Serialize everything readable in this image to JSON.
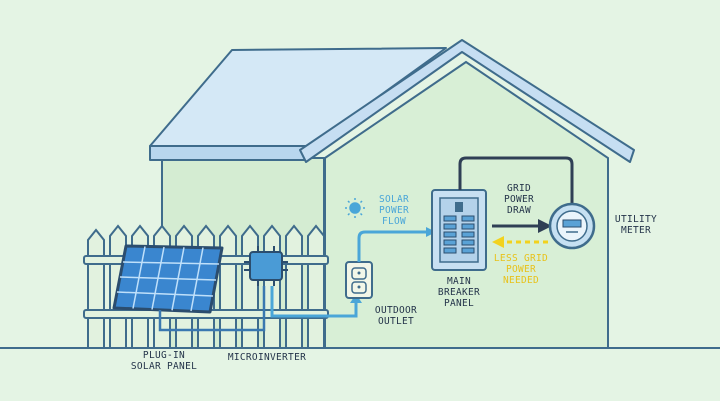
{
  "labels": {
    "solar_power_flow": "SOLAR\nPOWER\nFLOW",
    "grid_power_draw": "GRID\nPOWER\nDRAW",
    "utility_meter": "UTILITY\nMETER",
    "less_grid_power": "LESS GRID\nPOWER\nNEEDED",
    "main_breaker_panel": "MAIN\nBREAKER\nPANEL",
    "outdoor_outlet": "OUTDOOR\nOUTLET",
    "microinverter": "MICROINVERTER",
    "plug_in_solar_panel": "PLUG-IN\nSOLAR PANEL"
  },
  "colors": {
    "background": "#e4f4e4",
    "house_wall": "#d6efd4",
    "roof": "#cfe6f5",
    "outline": "#3f6c8c",
    "solar_flow": "#4aa6d8",
    "grid_flow": "#2f3f55",
    "less_grid": "#f2d21e"
  }
}
